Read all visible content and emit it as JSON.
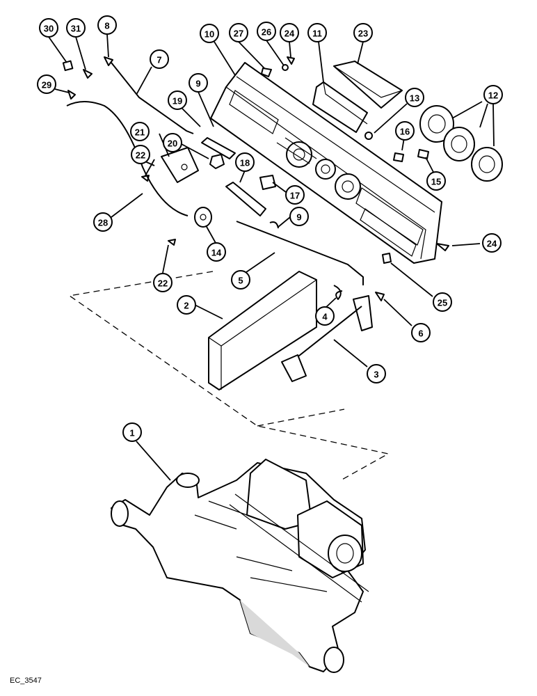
{
  "figure": {
    "reference_code": "EC_3547"
  },
  "callouts": [
    {
      "id": "c30",
      "label": "30"
    },
    {
      "id": "c31",
      "label": "31"
    },
    {
      "id": "c8",
      "label": "8"
    },
    {
      "id": "c7",
      "label": "7"
    },
    {
      "id": "c29",
      "label": "29"
    },
    {
      "id": "c10",
      "label": "10"
    },
    {
      "id": "c27",
      "label": "27"
    },
    {
      "id": "c26",
      "label": "26"
    },
    {
      "id": "c24a",
      "label": "24"
    },
    {
      "id": "c11",
      "label": "11"
    },
    {
      "id": "c23",
      "label": "23"
    },
    {
      "id": "c9a",
      "label": "9"
    },
    {
      "id": "c19",
      "label": "19"
    },
    {
      "id": "c13",
      "label": "13"
    },
    {
      "id": "c12",
      "label": "12"
    },
    {
      "id": "c21",
      "label": "21"
    },
    {
      "id": "c20",
      "label": "20"
    },
    {
      "id": "c22a",
      "label": "22"
    },
    {
      "id": "c16",
      "label": "16"
    },
    {
      "id": "c18",
      "label": "18"
    },
    {
      "id": "c17",
      "label": "17"
    },
    {
      "id": "c15",
      "label": "15"
    },
    {
      "id": "c28",
      "label": "28"
    },
    {
      "id": "c9b",
      "label": "9"
    },
    {
      "id": "c14",
      "label": "14"
    },
    {
      "id": "c24b",
      "label": "24"
    },
    {
      "id": "c5",
      "label": "5"
    },
    {
      "id": "c22b",
      "label": "22"
    },
    {
      "id": "c25",
      "label": "25"
    },
    {
      "id": "c2",
      "label": "2"
    },
    {
      "id": "c4",
      "label": "4"
    },
    {
      "id": "c6",
      "label": "6"
    },
    {
      "id": "c3",
      "label": "3"
    },
    {
      "id": "c1",
      "label": "1"
    }
  ]
}
